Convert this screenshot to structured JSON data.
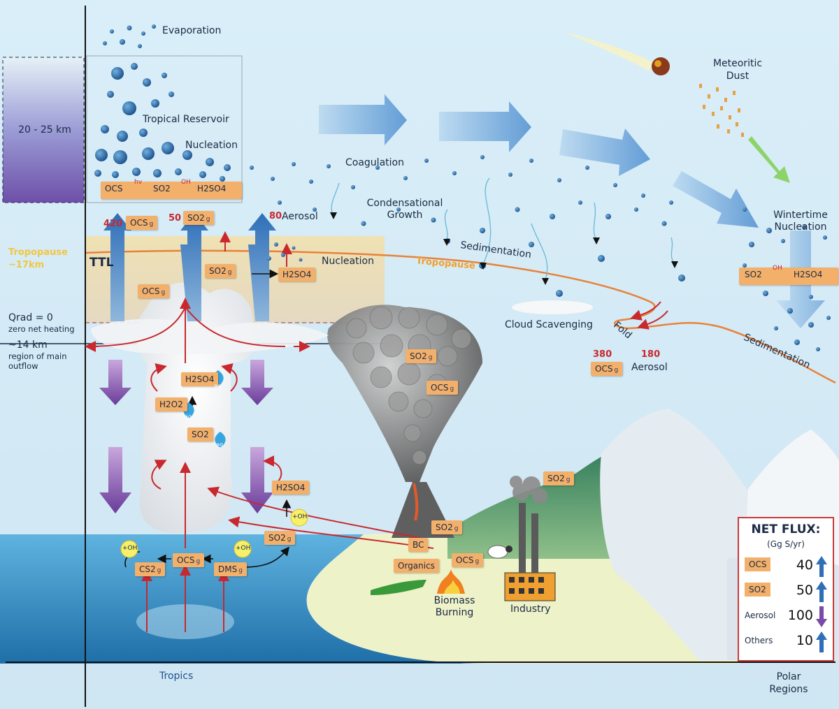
{
  "regions": {
    "tropics": "Tropics",
    "polar": "Polar Regions"
  },
  "altitude": {
    "reservoir_band": "20 - 25 km",
    "tropopause_label": "Tropopause ~17km",
    "ttl": "TTL",
    "qrad": "Qrad = 0",
    "qrad_desc": "zero net heating",
    "outflow_alt": "~14 km",
    "outflow_desc": "region of main outflow"
  },
  "processes": {
    "evaporation": "Evaporation",
    "tropical_reservoir": "Tropical Reservoir",
    "nucleation_top": "Nucleation",
    "coagulation": "Coagulation",
    "condensational_growth": "Condensational Growth",
    "nucleation_ttl": "Nucleation",
    "sedimentation_mid": "Sedimentation",
    "tropopause_mid": "Tropopause",
    "cloud_scavenging": "Cloud Scavenging",
    "fold": "Fold",
    "sedimentation_right": "Sedimentation",
    "meteoritic_dust": "Meteoritic Dust",
    "wintertime_nucleation": "Wintertime Nucleation",
    "biomass_burning": "Biomass Burning",
    "industry": "Industry"
  },
  "reaction_top": {
    "r1": "OCS",
    "c1": "hv",
    "r2": "SO2",
    "c2": "OH",
    "r3": "H2SO4"
  },
  "reaction_polar": {
    "r1": "SO2",
    "c1": "OH",
    "r2": "H2SO4"
  },
  "fluxes": {
    "ocs_up": {
      "value": "420",
      "species": "OCS"
    },
    "so2_up": {
      "value": "50",
      "species": "SO2"
    },
    "aerosol_up": {
      "value": "80",
      "species": "Aerosol"
    },
    "ocs_polar": {
      "value": "380",
      "species": "OCS"
    },
    "aerosol_polar": {
      "value": "180",
      "species": "Aerosol"
    }
  },
  "species_boxes": {
    "ttl_so2": "SO2",
    "ttl_h2so4": "H2SO4",
    "cloud_ocs": "OCS",
    "cloud_h2so4": "H2SO4",
    "cloud_h2o2": "H2O2",
    "cloud_so2": "SO2",
    "h2so4_right": "H2SO4",
    "so2_right": "SO2",
    "ocean_cs2": "CS2",
    "ocean_ocs": "OCS",
    "ocean_dms": "DMS",
    "volcano_so2": "SO2",
    "volcano_ocs": "OCS",
    "volcano_base_so2": "SO2",
    "bc": "BC",
    "organics": "Organics",
    "biomass_ocs": "OCS",
    "industry_so2": "SO2"
  },
  "tags": {
    "gas": "g",
    "aqueous": "aq",
    "oh": "+OH"
  },
  "legend": {
    "title": "NET FLUX:",
    "units": "(Gg S/yr)",
    "rows": [
      {
        "name": "OCS",
        "value": "40",
        "direction": "up"
      },
      {
        "name": "SO2",
        "value": "50",
        "direction": "up"
      },
      {
        "name": "Aerosol",
        "value": "100",
        "direction": "down"
      },
      {
        "name": "Others",
        "value": "10",
        "direction": "up"
      }
    ]
  },
  "colors": {
    "sky": "#d7ecf7",
    "ocean": "#2f8cc4",
    "flux_red": "#c8282e",
    "box_orange": "#f3b06a",
    "tropopause": "#e8823a"
  }
}
